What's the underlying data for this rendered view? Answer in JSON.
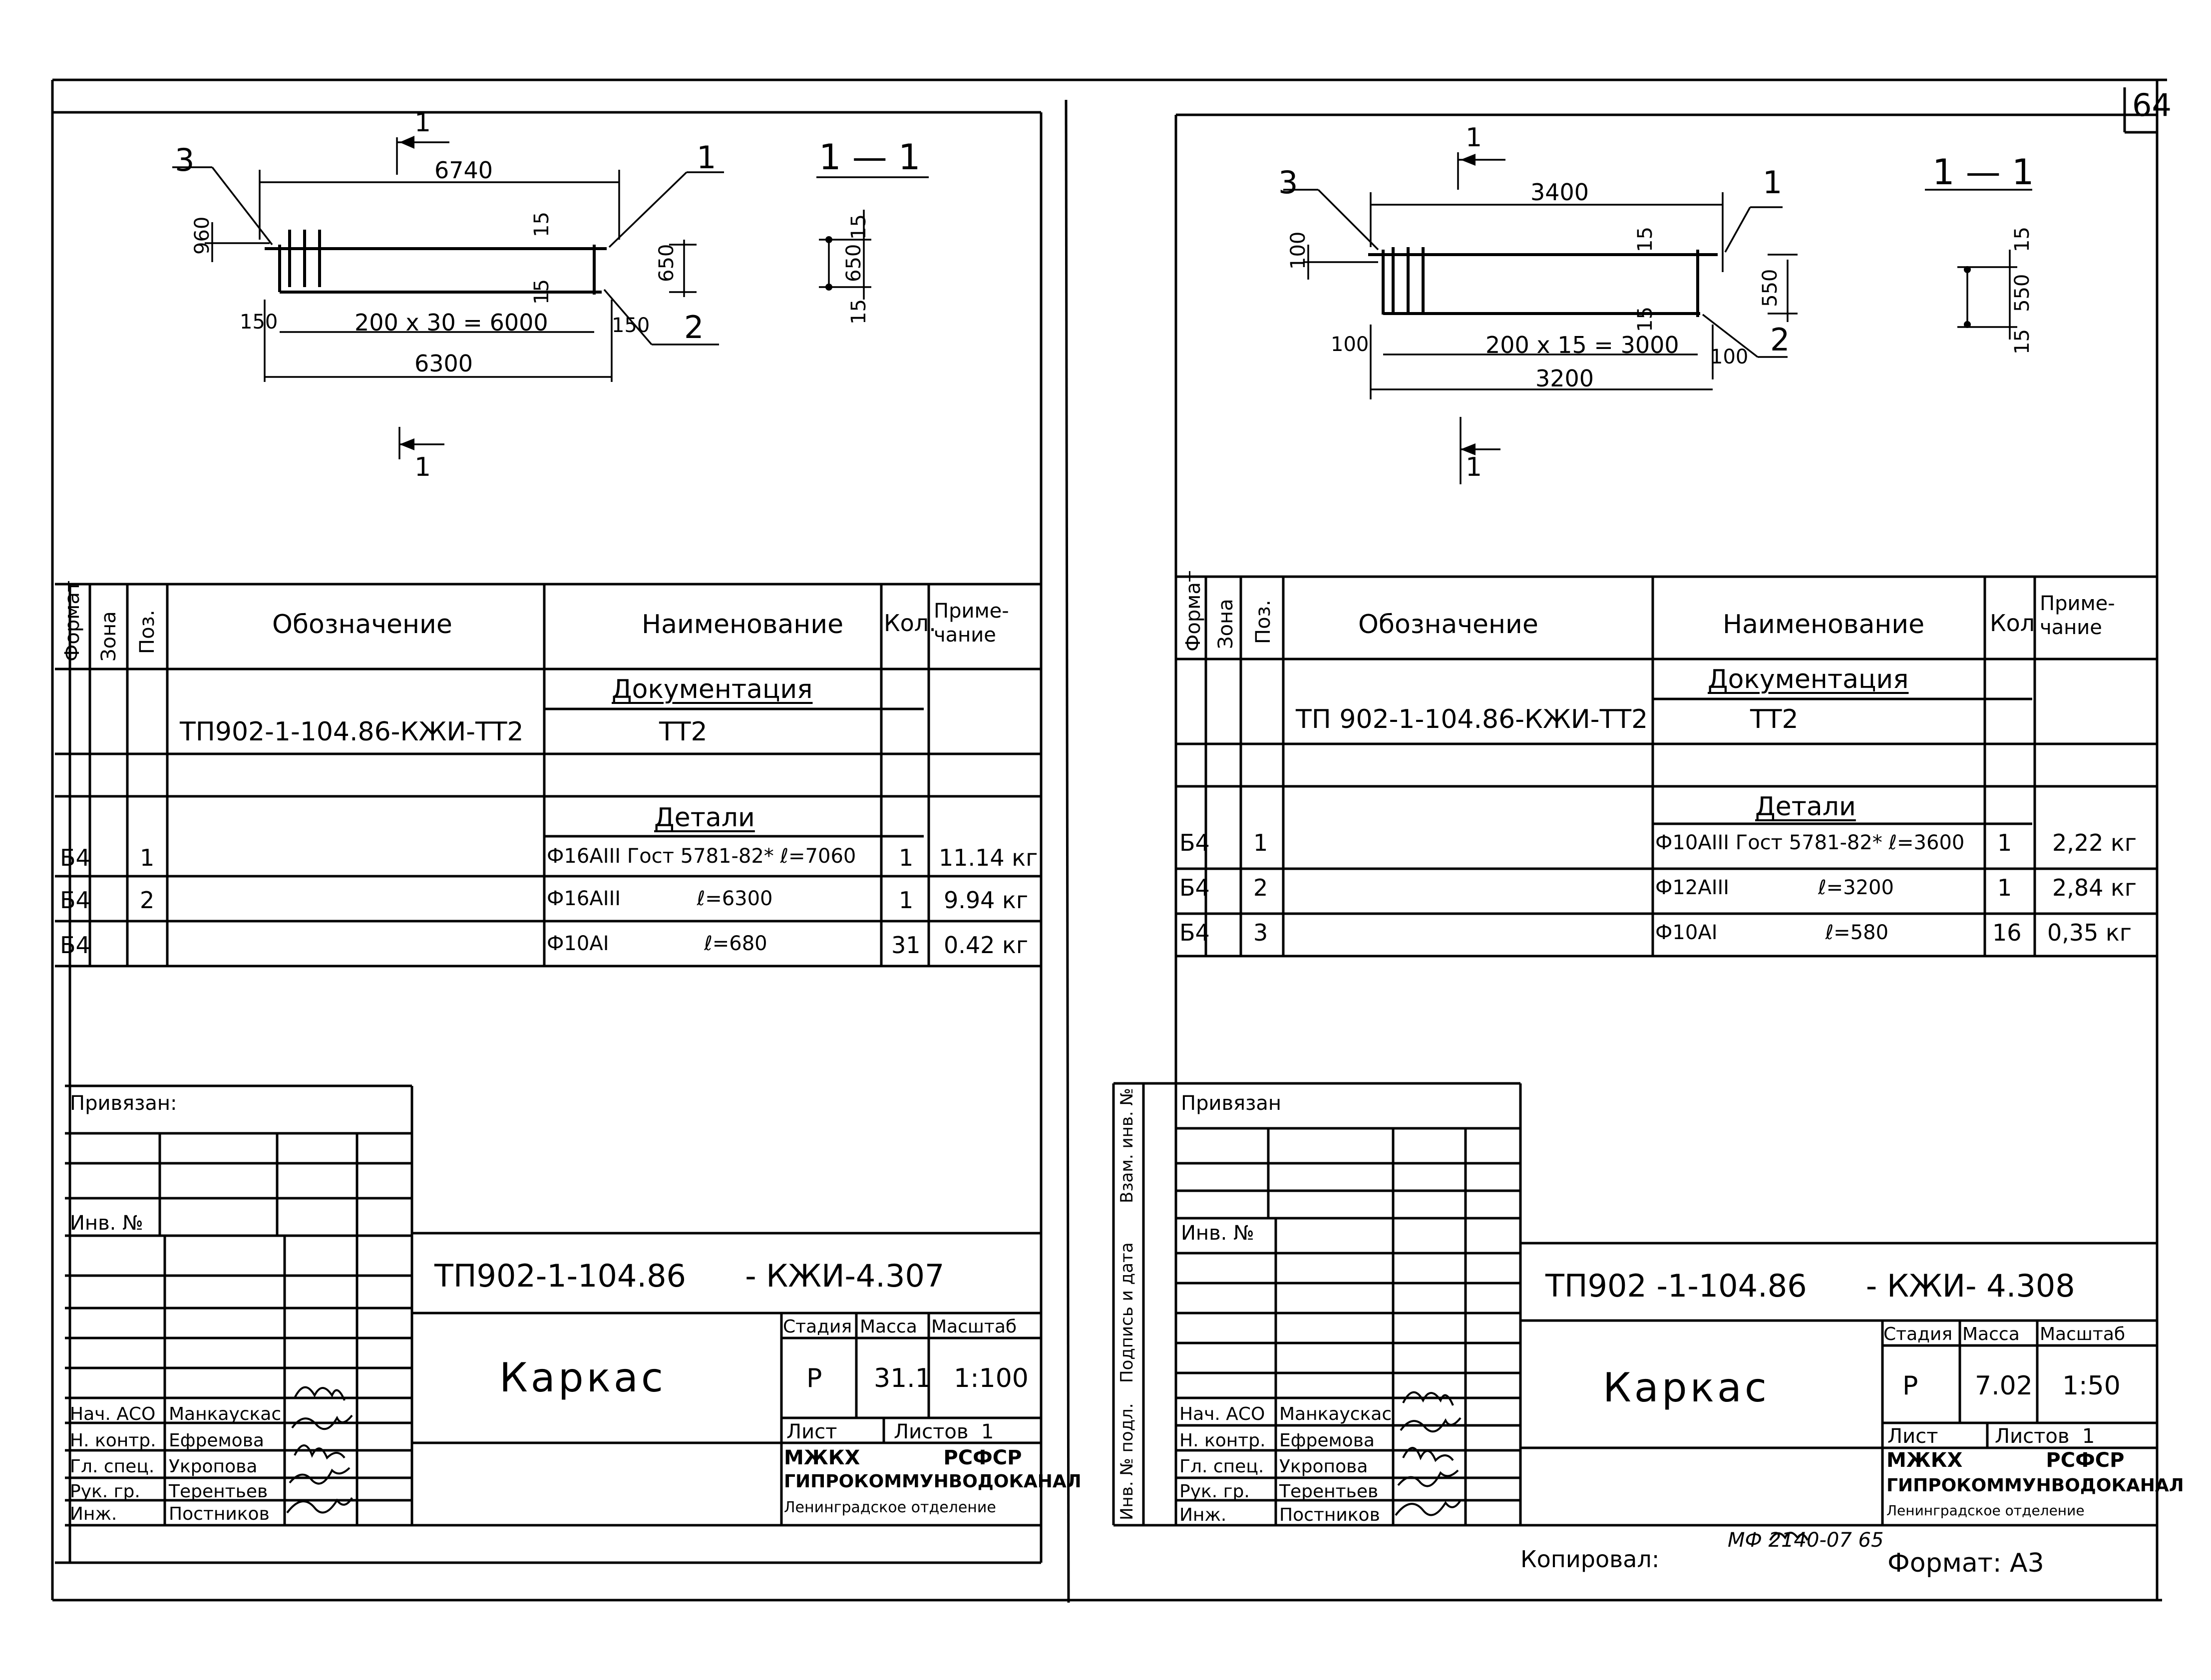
{
  "page_number": "64",
  "left": {
    "drawing": {
      "callouts": [
        "3",
        "1",
        "2"
      ],
      "section_mark": "1",
      "section_title": "1 — 1",
      "dim_overall": "6740",
      "dim_left_pitch": "960",
      "dim_top_cover": "15",
      "dim_bottom_cover": "15",
      "dim_height": "650",
      "dim_pitch": "200 x 30 = 6000",
      "dim_end_left": "150",
      "dim_end_right": "150",
      "dim_length": "6300",
      "sec_top": "15",
      "sec_height": "650",
      "sec_bottom": "15"
    },
    "spec": {
      "headers": {
        "format": "Формат",
        "zone": "Зона",
        "pos": "Поз.",
        "designation": "Обозначение",
        "name": "Наименование",
        "qty": "Кол.",
        "note": "Приме-\nчание"
      },
      "section_docs": "Документация",
      "doc_designation": "ТП902-1-104.86-КЖИ-ТТ2",
      "doc_name": "ТТ2",
      "section_parts": "Детали",
      "rows": [
        {
          "format": "Б4",
          "pos": "1",
          "name": "Ф16АIII Гост 5781-82* ℓ=7060",
          "qty": "1",
          "note": "11.14 кг"
        },
        {
          "format": "Б4",
          "pos": "2",
          "name": "Ф16АIII            ℓ=6300",
          "qty": "1",
          "note": "9.94 кг"
        },
        {
          "format": "Б4",
          "pos": "",
          "name": "Ф10АI               ℓ=680",
          "qty": "31",
          "note": "0.42 кг"
        }
      ]
    },
    "stamp": {
      "privyazan": "Привязан:",
      "inv_no": "Инв. №",
      "code": "ТП902-1-104.86      - КЖИ-4.307",
      "title": "Каркас",
      "stage_label": "Стадия",
      "mass_label": "Масса",
      "scale_label": "Масштаб",
      "stage": "Р",
      "mass": "31.1",
      "scale": "1:100",
      "sheet_label": "Лист",
      "sheets_label": "Листов  1",
      "org1": "МЖКХ            РСФСР",
      "org2": "ГИПРОКОММУНВОДОКАНАЛ",
      "org3": "Ленинградское отделение",
      "people": [
        {
          "role": "Нач. АСО",
          "name": "Манкаускас"
        },
        {
          "role": "Н. контр.",
          "name": "Ефремова"
        },
        {
          "role": "Гл. спец.",
          "name": "Укропова"
        },
        {
          "role": "Рук. гр.",
          "name": "Терентьев"
        },
        {
          "role": "Инж.",
          "name": "Постников"
        }
      ]
    }
  },
  "right": {
    "drawing": {
      "callouts": [
        "3",
        "1",
        "2"
      ],
      "section_mark": "1",
      "section_title": "1 — 1",
      "dim_overall": "3400",
      "dim_left_pitch": "100",
      "dim_top_cover": "15",
      "dim_bottom_cover": "15",
      "dim_height": "550",
      "dim_pitch": "200 x 15 = 3000",
      "dim_end_left": "100",
      "dim_end_right": "100",
      "dim_length": "3200",
      "sec_top": "15",
      "sec_height": "550",
      "sec_bottom": "15"
    },
    "spec": {
      "headers": {
        "format": "Формат",
        "zone": "Зона",
        "pos": "Поз.",
        "designation": "Обозначение",
        "name": "Наименование",
        "qty": "Кол",
        "note": "Приме-\nчание"
      },
      "section_docs": "Документация",
      "doc_designation": "ТП 902-1-104.86-КЖИ-ТТ2",
      "doc_name": "ТТ2",
      "section_parts": "Детали",
      "rows": [
        {
          "format": "Б4",
          "pos": "1",
          "name": "Ф10АIII Гост 5781-82* ℓ=3600",
          "qty": "1",
          "note": "2,22 кг"
        },
        {
          "format": "Б4",
          "pos": "2",
          "name": "Ф12АIII              ℓ=3200",
          "qty": "1",
          "note": "2,84 кг"
        },
        {
          "format": "Б4",
          "pos": "3",
          "name": "Ф10АI                 ℓ=580",
          "qty": "16",
          "note": "0,35 кг"
        }
      ]
    },
    "stamp": {
      "privyazan": "Привязан",
      "inv_no": "Инв. №",
      "side_labels": [
        "Инв. № подл.",
        "Подпись и дата",
        "Взам. инв. №"
      ],
      "code": "ТП902 -1-104.86      - КЖИ- 4.308",
      "title": "Каркас",
      "stage_label": "Стадия",
      "mass_label": "Масса",
      "scale_label": "Масштаб",
      "stage": "Р",
      "mass": "7.02",
      "scale": "1:50",
      "sheet_label": "Лист",
      "sheets_label": "Листов  1",
      "org1": "МЖКХ            РСФСР",
      "org2": "ГИПРОКОММУНВОДОКАНАЛ",
      "org3": "Ленинградское отделение",
      "people": [
        {
          "role": "Нач. АСО",
          "name": "Манкаускас"
        },
        {
          "role": "Н. контр.",
          "name": "Ефремова"
        },
        {
          "role": "Гл. спец.",
          "name": "Укропова"
        },
        {
          "role": "Рук. гр.",
          "name": "Терентьев"
        },
        {
          "role": "Инж.",
          "name": "Постников"
        }
      ]
    }
  },
  "footer": {
    "copied": "Копировал:",
    "mf": "МФ 2140-07  65",
    "format": "Формат: А3"
  }
}
